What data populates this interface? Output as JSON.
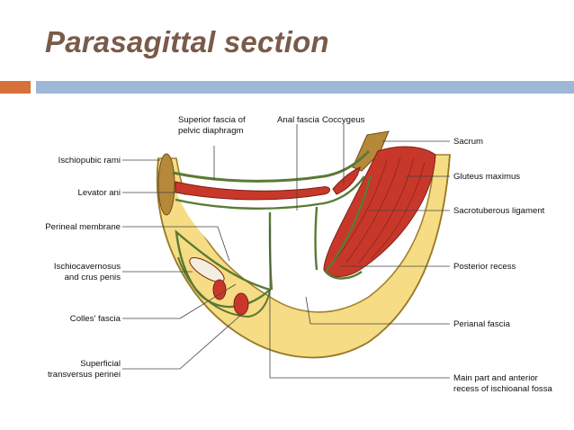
{
  "slide": {
    "title": "Parasagittal section"
  },
  "labels": {
    "superior_fascia_line1": "Superior fascia of",
    "superior_fascia_line2": "pelvic diaphragm",
    "anal_fascia": "Anal fascia",
    "coccygeus": "Coccygeus",
    "sacrum": "Sacrum",
    "gluteus_maximus": "Gluteus maximus",
    "sacrotuberous_ligament": "Sacrotuberous ligament",
    "posterior_recess": "Posterior recess",
    "perianal_fascia": "Perianal fascia",
    "main_part_line1": "Main part and anterior",
    "main_part_line2": "recess of ischioanal fossa",
    "ischiopubic_rami": "Ischiopubic rami",
    "levator_ani": "Levator ani",
    "perineal_membrane": "Perineal membrane",
    "ischiocavernosus_line1": "Ischiocavernosus",
    "ischiocavernosus_line2": "and crus penis",
    "colles_fascia": "Colles' fascia",
    "superficial_line1": "Superficial",
    "superficial_line2": "transversus perinei"
  },
  "colors": {
    "title": "#7a5a4a",
    "accent_orange": "#d8703a",
    "accent_blue": "#9db7d6",
    "fat": "#f6dc84",
    "fascia": "#5a7a34",
    "muscle": "#c8382a",
    "bone": "#b5883a"
  }
}
